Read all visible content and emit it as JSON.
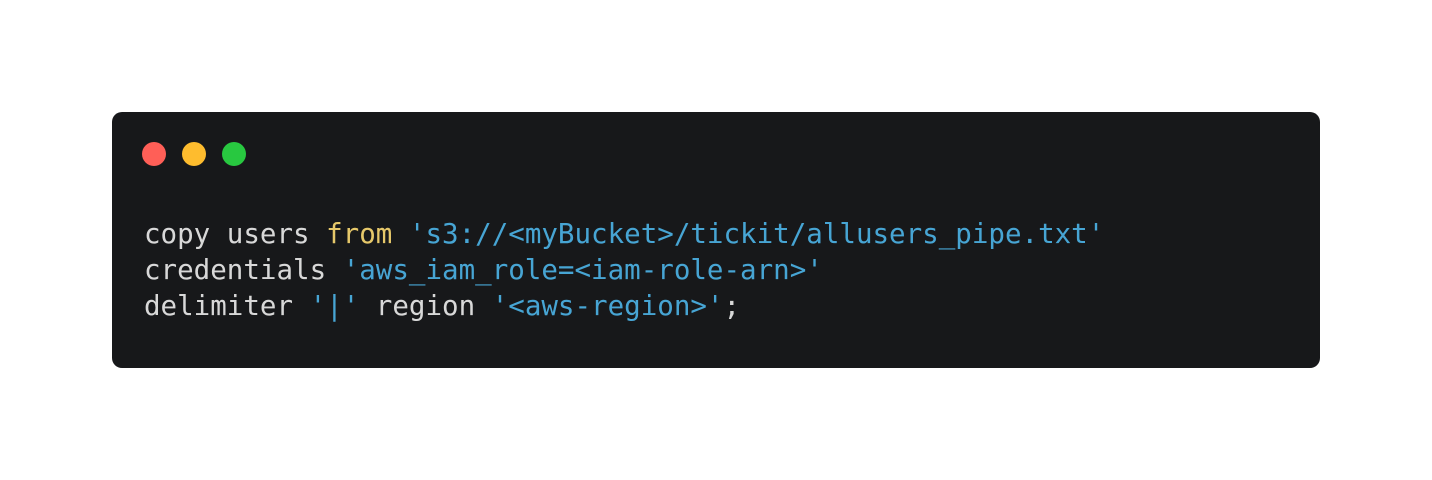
{
  "window": {
    "background": "#17181a",
    "controls": [
      {
        "name": "close",
        "color": "#ff5f57"
      },
      {
        "name": "minimize",
        "color": "#febc2e"
      },
      {
        "name": "zoom",
        "color": "#28c840"
      }
    ]
  },
  "code": {
    "colors": {
      "plain": "#d8d8d8",
      "keyword": "#e6c86a",
      "string": "#47a5d4"
    },
    "lines": [
      [
        {
          "text": "copy users ",
          "kind": "plain"
        },
        {
          "text": "from",
          "kind": "keyword"
        },
        {
          "text": " ",
          "kind": "plain"
        },
        {
          "text": "'s3://<myBucket>/tickit/allusers_pipe.txt'",
          "kind": "string"
        }
      ],
      [
        {
          "text": "credentials ",
          "kind": "plain"
        },
        {
          "text": "'aws_iam_role=<iam-role-arn>'",
          "kind": "string"
        }
      ],
      [
        {
          "text": "delimiter ",
          "kind": "plain"
        },
        {
          "text": "'|'",
          "kind": "string"
        },
        {
          "text": " region ",
          "kind": "plain"
        },
        {
          "text": "'<aws-region>'",
          "kind": "string"
        },
        {
          "text": ";",
          "kind": "plain"
        }
      ]
    ]
  }
}
